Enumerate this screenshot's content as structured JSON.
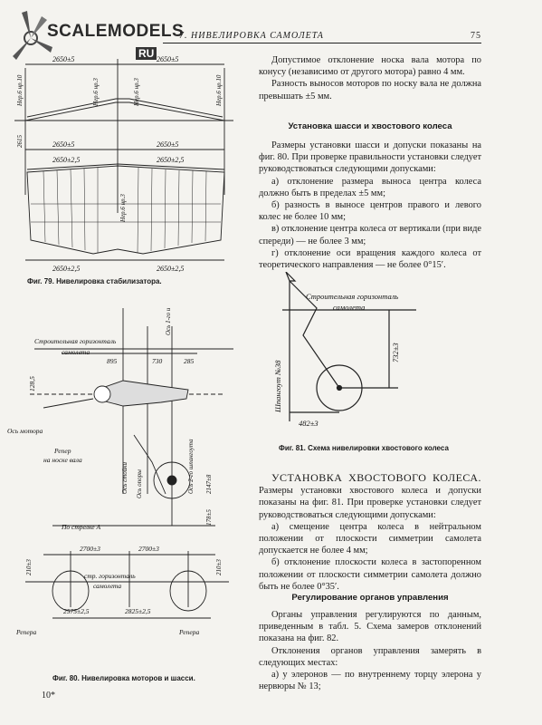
{
  "header": {
    "logo_text": "SCALEMODELS",
    "logo_ru": "RU",
    "chapter": "7. НИВЕЛИРОВКА САМОЛЕТА",
    "page_number": "75"
  },
  "fig79": {
    "caption": "Фиг. 79. Нивелировка стабилизатора.",
    "dims_top": [
      "2650±5",
      "2650±5"
    ],
    "dims_mid": [
      "2650±5",
      "2650±5"
    ],
    "dims_wing_top": [
      "2650±2,5",
      "2650±2,5"
    ],
    "dims_wing_bottom": [
      "2650±2,5",
      "2650±2,5"
    ],
    "labels": [
      "Нер.6 нр.10",
      "Нер.6 нр.3",
      "Нер.6 нр.3",
      "Нер.6 нр.10",
      "Нер.6 нр.3"
    ],
    "small_value": "2615"
  },
  "fig80": {
    "caption": "Фиг. 80. Нивелировка моторов и шасси.",
    "horizon_label": "Строительная горизонталь",
    "aircraft_label": "самолета",
    "axis_motor": "Ось мотора",
    "axis_2_frame": "Ось 1-го шпангоута",
    "dims": [
      "895",
      "730",
      "285"
    ],
    "rib_label": "128,5",
    "reper_label": "Репер",
    "reper_sub": "на носке вала",
    "axis_2nd_frame": "Ось 2-го шпангоута",
    "axis_strut": "Ось стойки",
    "axis_support": "Ось опоры",
    "h1": "2147±8",
    "h2": "178±5",
    "arrow_label": "По стрелке А",
    "bottom_dims": [
      "2700±3",
      "2700±3"
    ],
    "bottom_dims2": [
      "2575±2,5",
      "2825±2,5"
    ],
    "side_labels": [
      "210±3",
      "210±3"
    ],
    "horizon_label2": "стр. горизонталь",
    "aircraft_label2": "самолета",
    "repers": [
      "Репера",
      "Репера"
    ]
  },
  "fig81": {
    "caption": "Фиг. 81. Схема нивелировки хвостового колеса",
    "horizon_label": "Строительная горизонталь",
    "aircraft_label": "самолета",
    "frame_label": "Шпангоут №38",
    "dim_v": "732±3",
    "dim_h": "482±3"
  },
  "right_col": {
    "p1": "Допустимое отклонение носка вала мотора по конусу (независимо от другого мотора) равно 4 мм.",
    "p2": "Разность выносов моторов по носку вала не должна превышать ±5 мм.",
    "sect1": "Установка шасси и хвостового колеса",
    "p3": "Размеры установки шасси и допуски показаны на фиг. 80. При проверке правильности установки следует руководствоваться следующими допусками:",
    "p4": "а) отклонение размера выноса центра колеса должно быть в пределах ±5 мм;",
    "p5": "б) разность в выносе центров правого и левого колес не более 10 мм;",
    "p6": "в) отклонение центра колеса от вертикали (при виде спереди) — не более 3 мм;",
    "p7": "г) отклонение оси вращения каждого колеса от теоретического направления — не более 0°15′.",
    "big_title": "УСТАНОВКА ХВОСТОВОГО КОЛЕСА.",
    "p8": " Размеры установки хвостового колеса и допуски показаны на фиг. 81. При проверке установки следует руководствоваться следующими допусками:",
    "p9": "а) смещение центра колеса в нейтральном положении от плоскости симметрии самолета допускается не более 4 мм;",
    "p10": "б) отклонение плоскости колеса в застопоренном положении от плоскости симметрии самолета должно быть не более 0°35′.",
    "sect2": "Регулирование органов управления",
    "p11": "Органы управления регулируются по данным, приведенным в табл. 5. Схема замеров отклонений показана на фиг. 82.",
    "p12": "Отклонения органов управления замерять в следующих местах:",
    "p13": "а) у элеронов — по внутреннему торцу элерона у нервюры № 13;"
  },
  "footer": {
    "signature": "10*"
  }
}
